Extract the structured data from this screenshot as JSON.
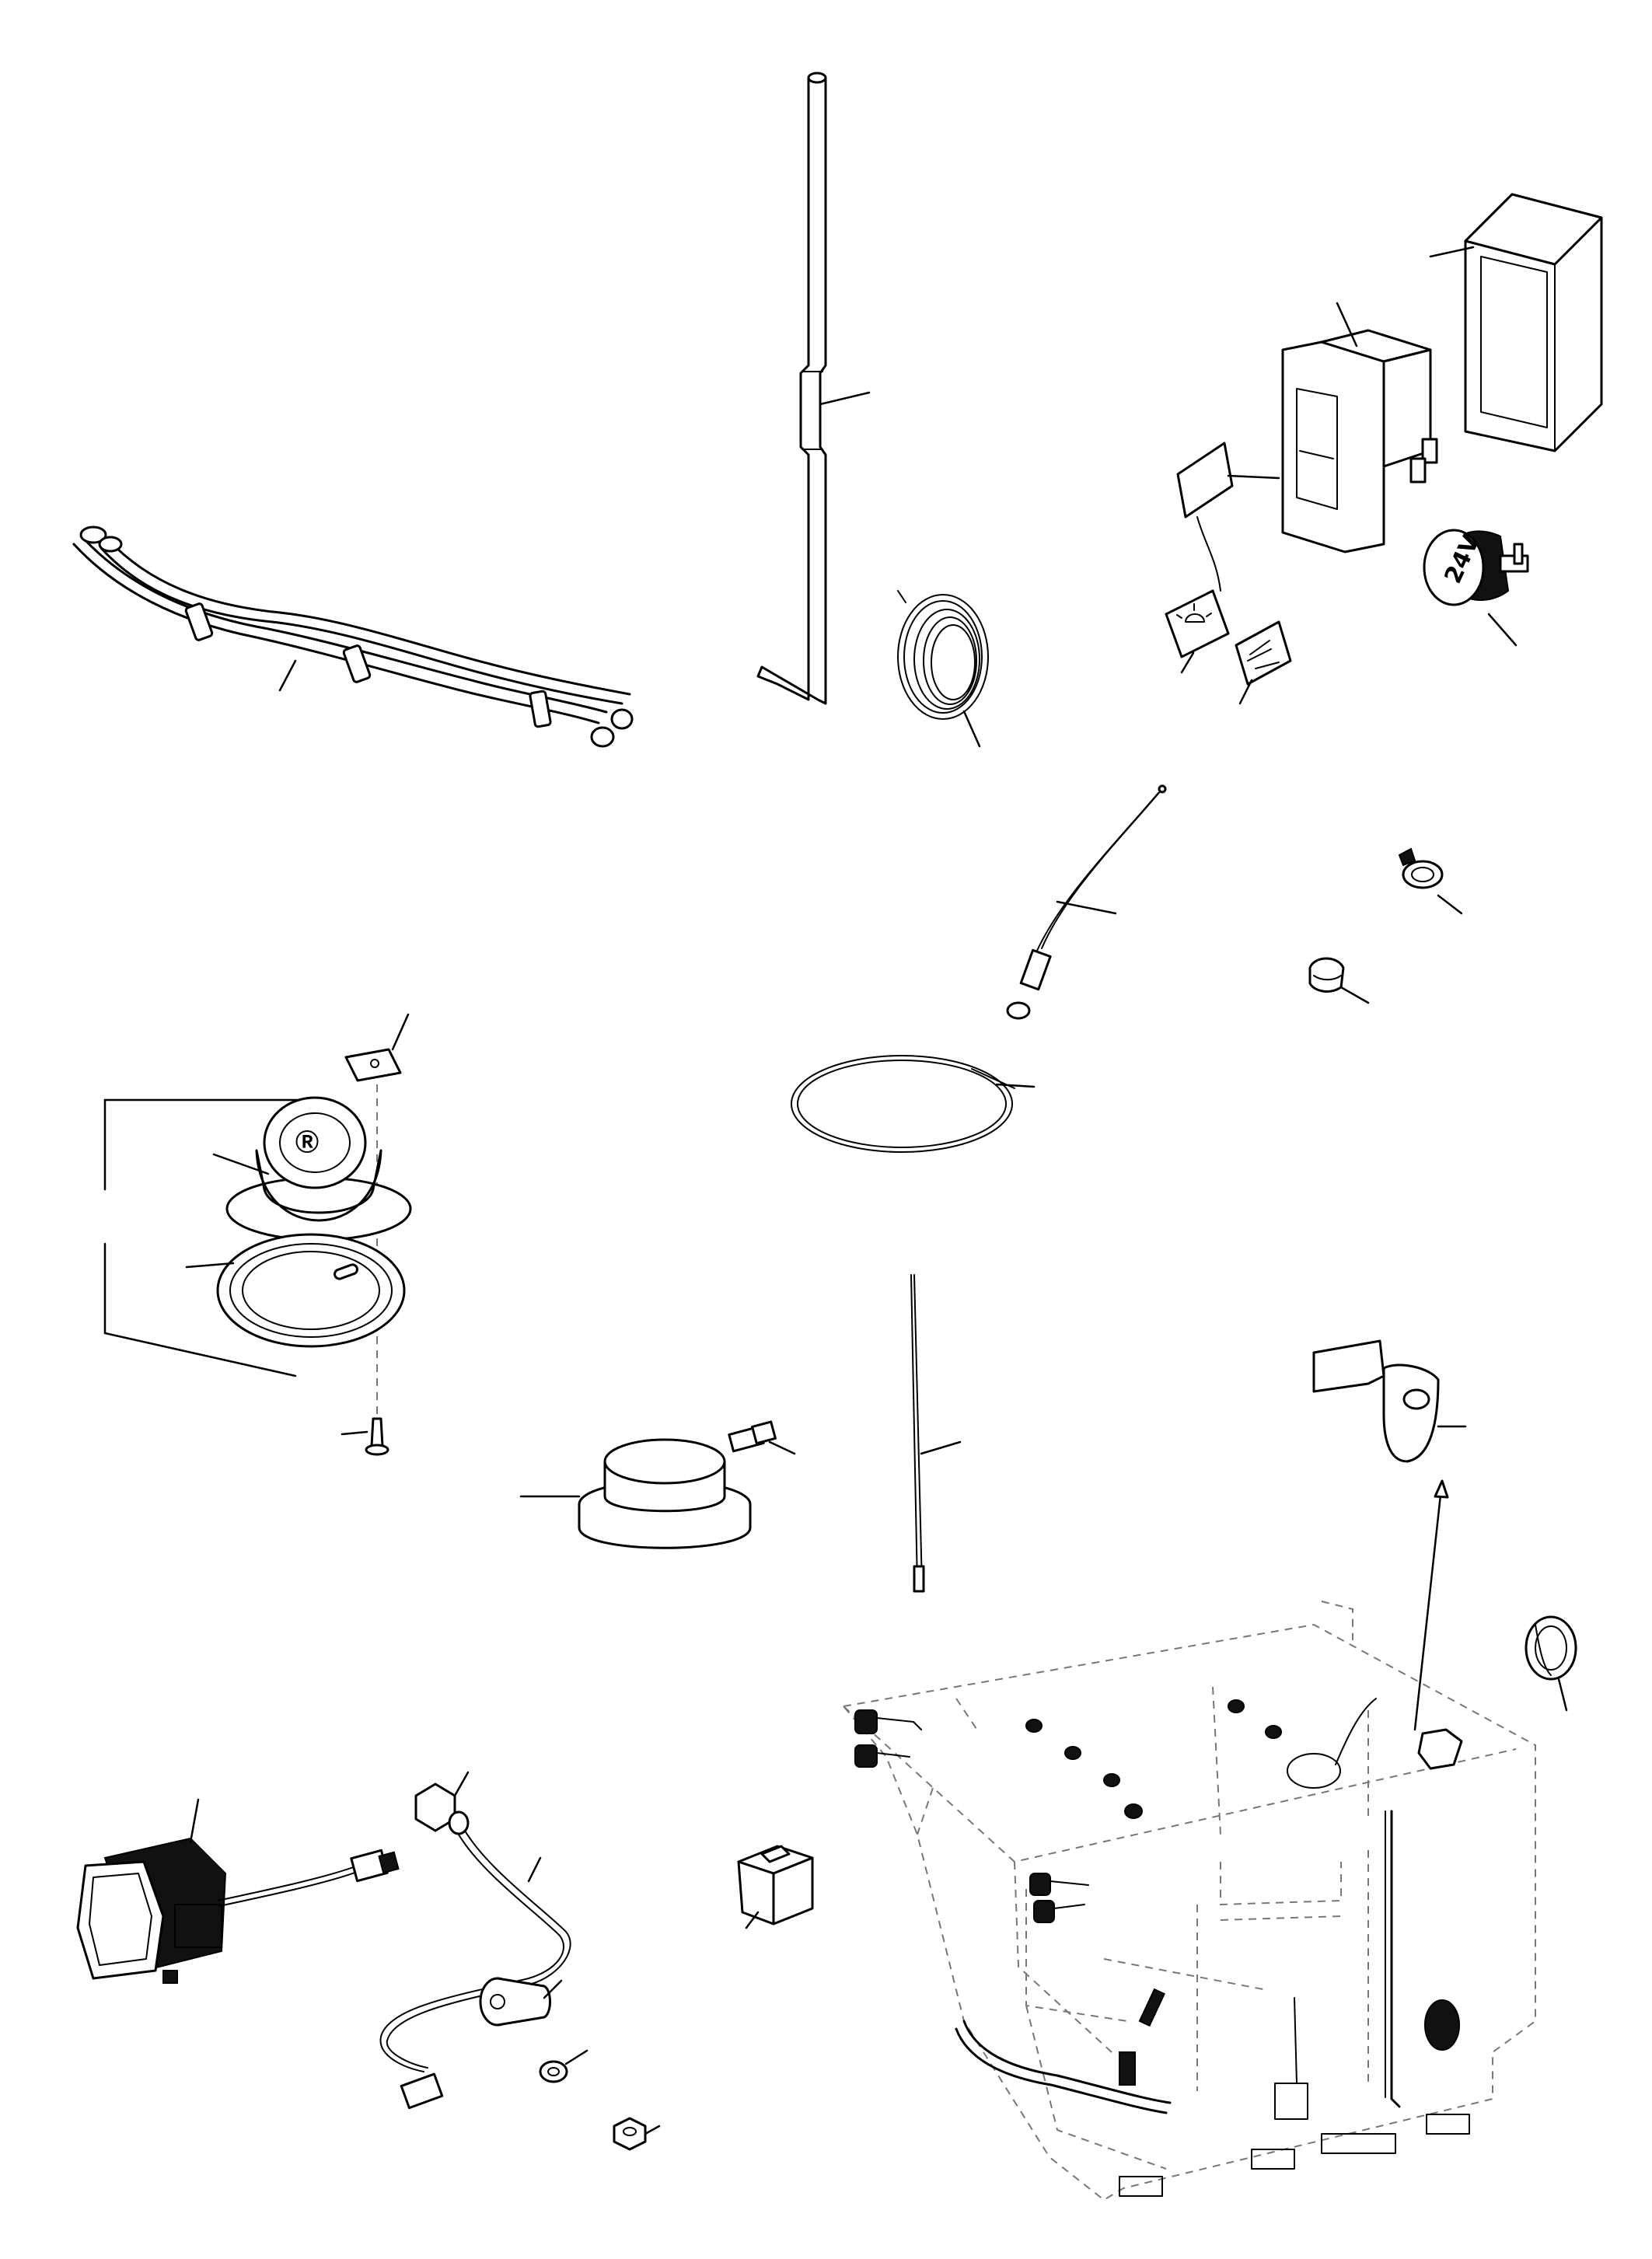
{
  "diagram": {
    "type": "exploded parts diagram",
    "switch_label": "24V",
    "components": [
      "wiring-harness",
      "radio-antenna-mast",
      "coiled-cable",
      "rocker-switch",
      "switch-bezel",
      "switch-symbol-decals",
      "power-socket",
      "antenna-cable",
      "wire-clip",
      "grommet",
      "coax-cable-loop",
      "speaker-assembly",
      "speaker-grille",
      "mounting-clip-nut",
      "screw",
      "beacon-light",
      "whip-antenna",
      "rubber-plug",
      "work-lamp",
      "cable-gland",
      "cable-clamp",
      "washer",
      "nut",
      "relay",
      "cab-frame-assembly"
    ]
  }
}
